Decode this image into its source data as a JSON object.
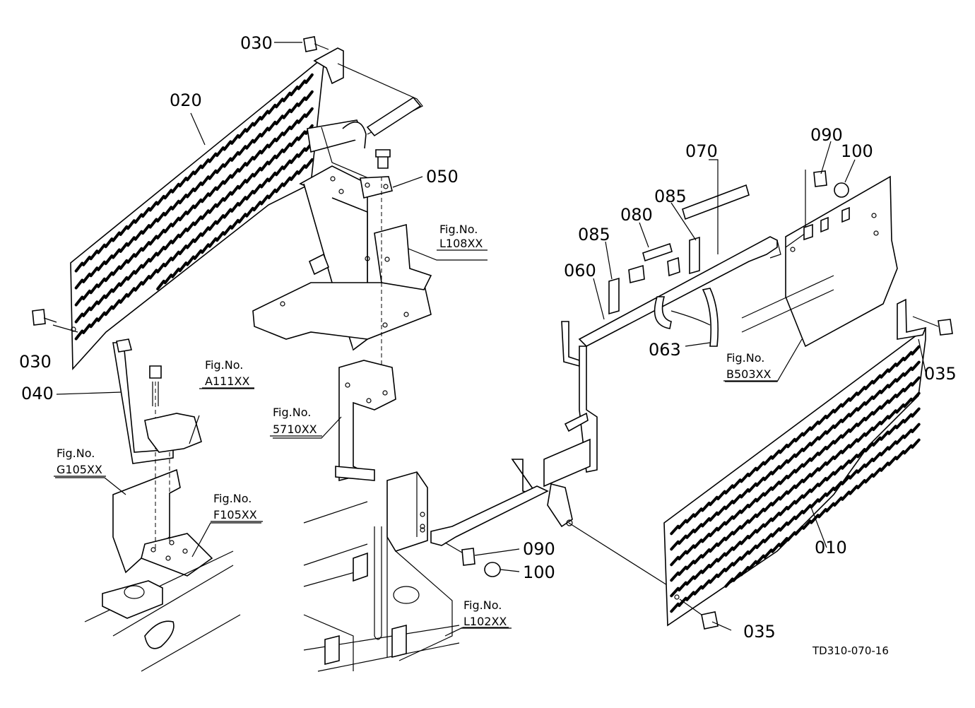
{
  "part_labels": {
    "p010": "010",
    "p020": "020",
    "p030a": "030",
    "p030b": "030",
    "p035a": "035",
    "p035b": "035",
    "p040": "040",
    "p050": "050",
    "p060": "060",
    "p063": "063",
    "p070": "070",
    "p080": "080",
    "p085a": "085",
    "p085b": "085",
    "p090a": "090",
    "p090b": "090",
    "p100a": "100",
    "p100b": "100"
  },
  "figure_refs": {
    "prefix": "Fig.No.",
    "L108": "L108XX",
    "A111": "A111XX",
    "S5710": "5710XX",
    "G105": "G105XX",
    "F105": "F105XX",
    "B503": "B503XX",
    "L102": "L102XX"
  },
  "drawing_code": "TD310-070-16"
}
